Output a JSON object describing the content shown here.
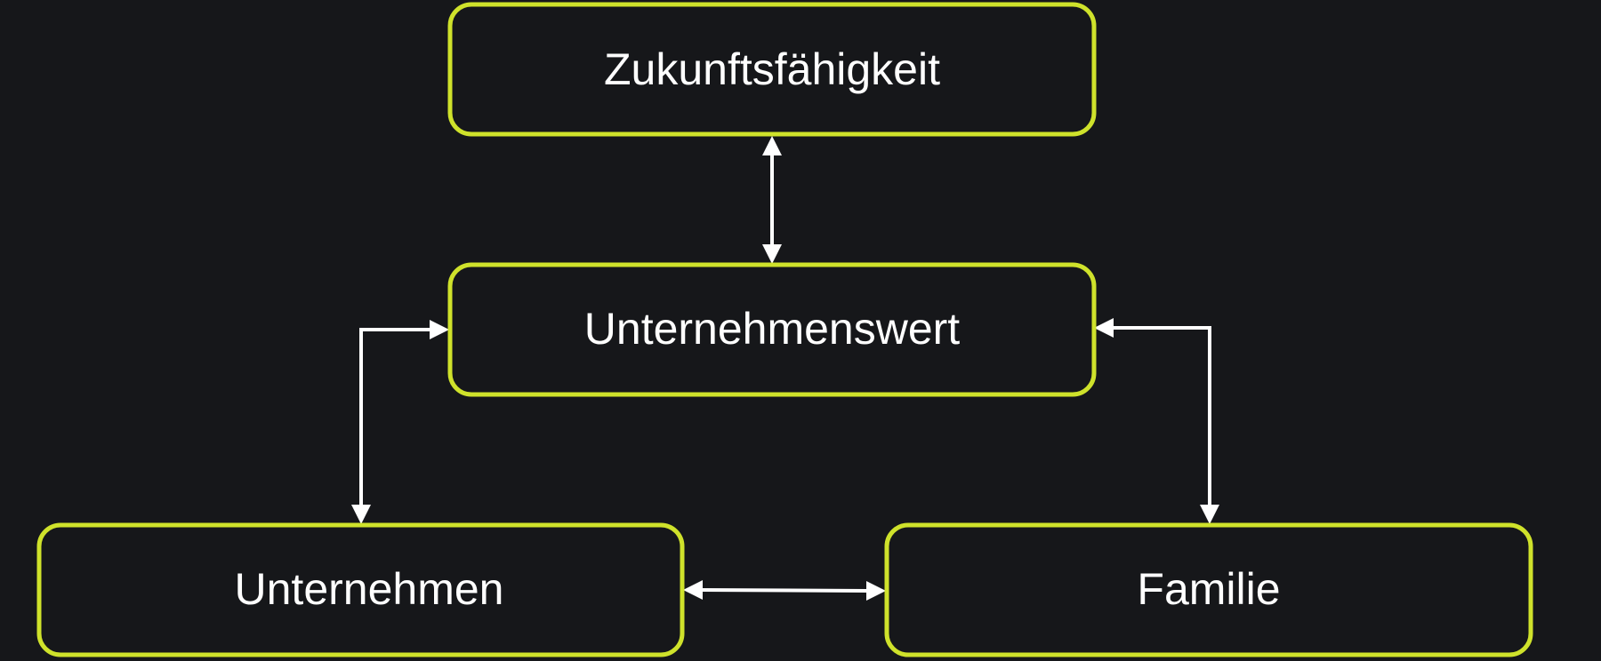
{
  "colors": {
    "background": "#16171a",
    "box_border": "#cfe22b",
    "box_fill": "#16171a",
    "text": "#ffffff",
    "arrow": "#ffffff"
  },
  "nodes": {
    "zukunft": {
      "label": "Zukunftsfähigkeit"
    },
    "wert": {
      "label": "Unternehmenswert"
    },
    "unternehmen": {
      "label": "Unternehmen"
    },
    "familie": {
      "label": "Familie"
    }
  },
  "connections": [
    {
      "from": "zukunft",
      "to": "wert",
      "direction": "both"
    },
    {
      "from": "wert",
      "to": "unternehmen",
      "direction": "both"
    },
    {
      "from": "wert",
      "to": "familie",
      "direction": "both"
    },
    {
      "from": "unternehmen",
      "to": "familie",
      "direction": "both"
    }
  ]
}
